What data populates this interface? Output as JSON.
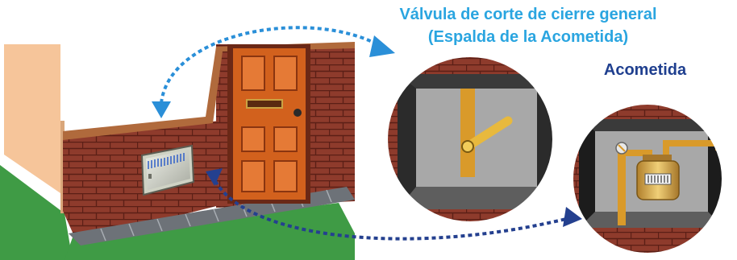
{
  "labels": {
    "valve_line1": "Válvula de corte de cierre general",
    "valve_line2": "(Espalda de la Acometida)",
    "acometida": "Acometida"
  },
  "colors": {
    "brick": "#8e3b2c",
    "mortar": "#5b1f16",
    "door": "#d2611d",
    "trim": "#b06a3c",
    "sidewalk": "#6d7278",
    "grass": "#3f9b45",
    "neighbor_wall": "#f6c59a",
    "pipe": "#d99a2a",
    "light_blue": "#2aa5e0",
    "dark_blue": "#1f3f8f"
  },
  "icons": [
    "arrow-up-icon",
    "arrow-down-icon",
    "arrow-up-icon",
    "arrow-left-icon"
  ]
}
